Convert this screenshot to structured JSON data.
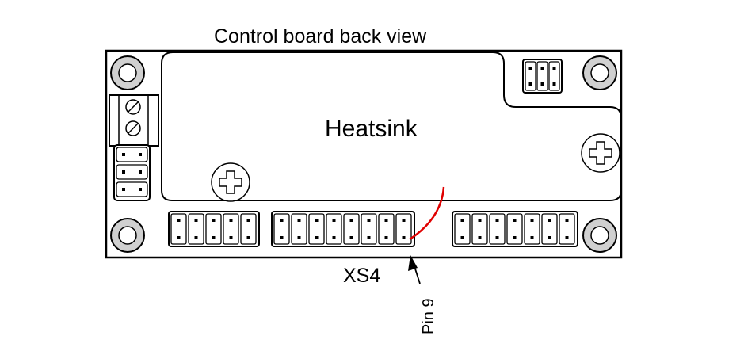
{
  "diagram": {
    "title": "Control board  back view",
    "heatsink_label": "Heatsink",
    "connector_label": "XS4",
    "pin_label": "Pin 9",
    "colors": {
      "outline": "#000000",
      "wire": "#e00000",
      "hole_fill": "#d0d0d0"
    },
    "icons": [
      "mounting-hole-icon",
      "screw-head-icon",
      "terminal-screw-icon",
      "header-pin-icon",
      "arrow-icon"
    ]
  }
}
